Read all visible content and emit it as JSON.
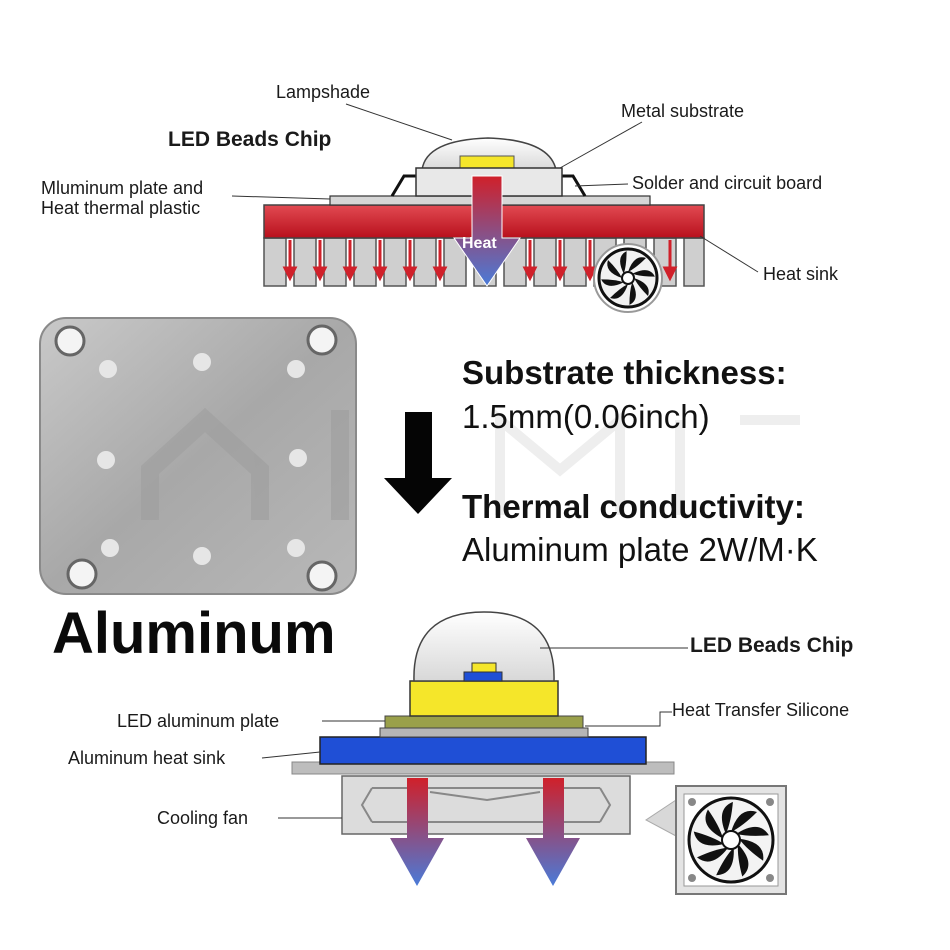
{
  "top_diagram": {
    "title": "LED Beads Chip",
    "labels": {
      "lampshade": "Lampshade",
      "metal_substrate": "Metal substrate",
      "aluminum_plate_line1": "Mluminum plate and",
      "aluminum_plate_line2": "Heat thermal plastic",
      "solder": "Solder and circuit board",
      "heat_sink": "Heat sink",
      "heat": "Heat"
    }
  },
  "specs": {
    "substrate_title": "Substrate thickness:",
    "substrate_value": "1.5mm(0.06inch)",
    "conductivity_title": "Thermal conductivity:",
    "conductivity_value": "Aluminum plate 2W/M·K"
  },
  "material": "Aluminum",
  "bottom_diagram": {
    "title": "LED Beads Chip",
    "labels": {
      "led_plate": "LED aluminum plate",
      "heat_transfer": "Heat Transfer Silicone",
      "heat_sink": "Aluminum heat sink",
      "cooling_fan": "Cooling fan"
    }
  },
  "colors": {
    "heat_red": "#d0202a",
    "cool_blue": "#4a7bd8",
    "chip_yellow": "#f5e62a",
    "sink_blue": "#1f4fd6",
    "plate_olive": "#9aa04a"
  },
  "icons": [
    "fan-icon",
    "down-arrow-icon"
  ]
}
